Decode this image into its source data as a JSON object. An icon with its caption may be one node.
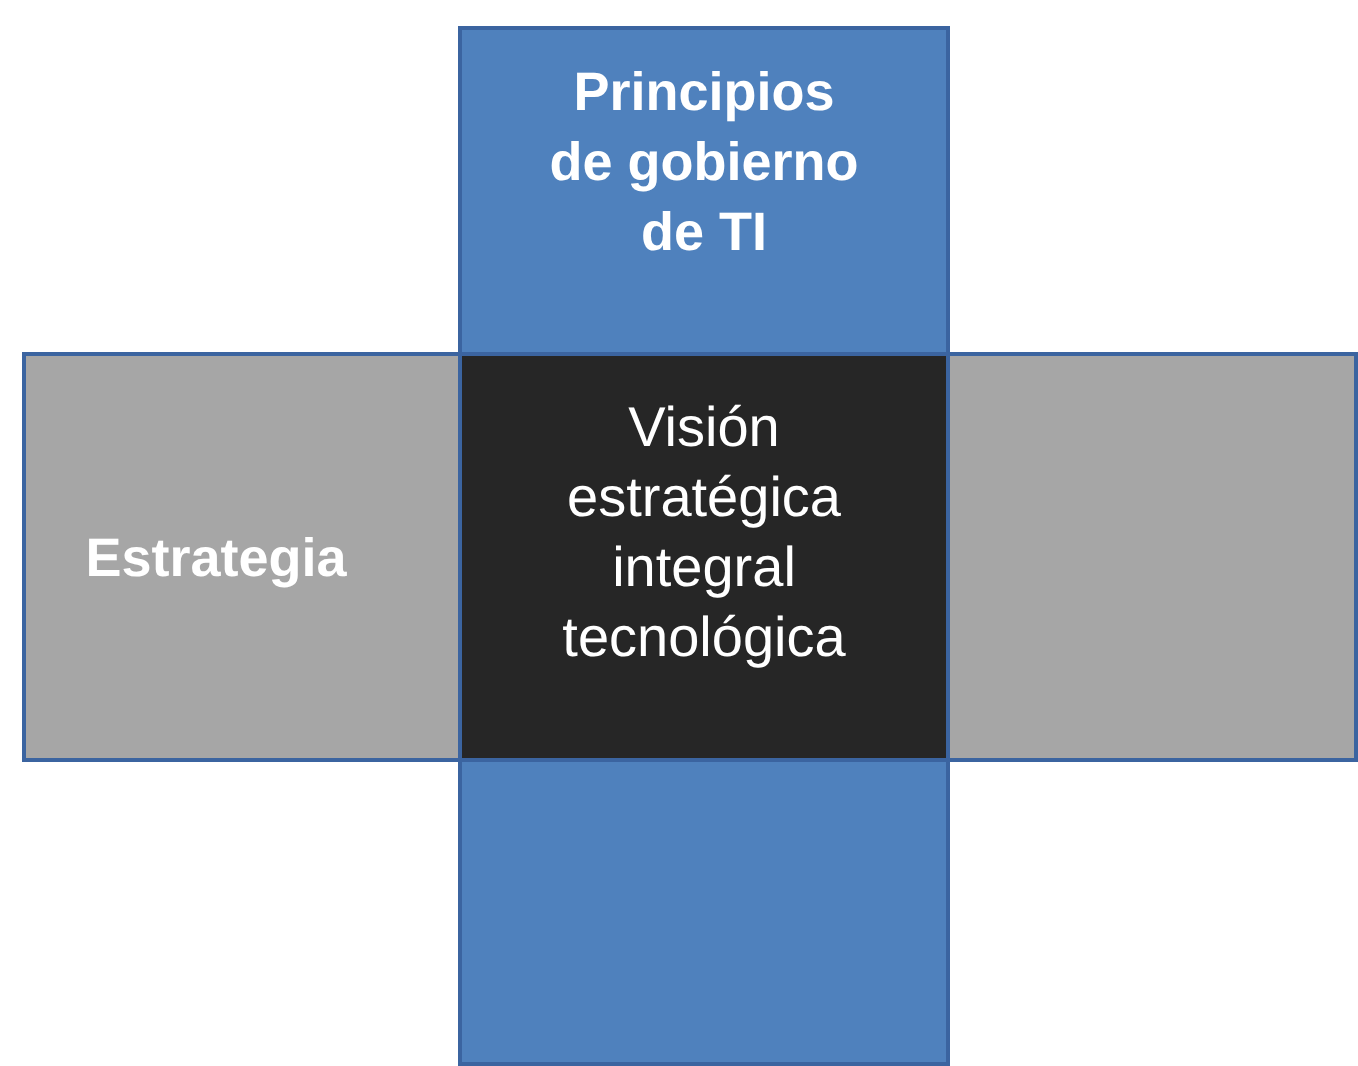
{
  "diagram": {
    "nodes": [
      {
        "text": [
          "Principios de gobierno de TI"
        ]
      },
      {
        "text": [
          "Estrategia"
        ]
      },
      {
        "text": [
          "Visión estratégica integral tecnológica"
        ]
      },
      {
        "text": [],
        "shape": "box"
      },
      {
        "text": [],
        "shape": "box"
      }
    ]
  }
}
